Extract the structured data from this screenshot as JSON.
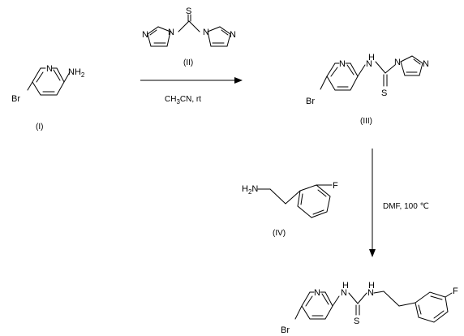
{
  "compounds": {
    "I": {
      "label": "(I)",
      "atoms": {
        "br": "Br",
        "n": "N",
        "nh": "NH",
        "nh_sub": "2"
      }
    },
    "II": {
      "label": "(II)",
      "atoms": {
        "s": "S",
        "n1": "N",
        "n2": "N",
        "n3": "N",
        "n4": "N"
      }
    },
    "III": {
      "label": "(III)",
      "atoms": {
        "br": "Br",
        "n_py": "N",
        "nh": "N",
        "h": "H",
        "n_im1": "N",
        "n_im2": "N",
        "s": "S"
      }
    },
    "IV": {
      "label": "(IV)",
      "atoms": {
        "h2n": "H",
        "h2n_sub": "2",
        "h2n_n": "N",
        "f": "F"
      }
    },
    "product": {
      "atoms": {
        "br": "Br",
        "n_py": "N",
        "h1": "H",
        "n1": "N",
        "h2": "H",
        "n2": "N",
        "s": "S",
        "f": "F"
      }
    }
  },
  "steps": {
    "step1": {
      "conditions_main": "CH",
      "conditions_sub": "3",
      "conditions_rest": "CN, rt"
    },
    "step2": {
      "conditions": "DMF, 100 ℃"
    }
  }
}
